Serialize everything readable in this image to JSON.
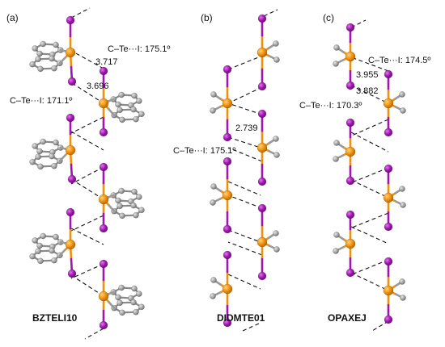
{
  "panels": [
    {
      "id": "a",
      "label": "(a)",
      "code": "BZTELI10",
      "annotations": {
        "angle_top": "C–Te···I: 175.1º",
        "dist_top": "3.717",
        "dist_mid": "3.696",
        "angle_mid": "C–Te···I: 171.1º"
      }
    },
    {
      "id": "b",
      "label": "(b)",
      "code": "DIDMTE01",
      "annotations": {
        "dist": "2.739",
        "angle": "C–Te···I: 175.1º"
      }
    },
    {
      "id": "c",
      "label": "(c)",
      "code": "OPAXEJ",
      "annotations": {
        "angle_top": "C–Te···I: 174.5º",
        "dist_top": "3.955",
        "dist_mid": "3.882",
        "angle_mid": "C–Te···I: 170.3º"
      }
    }
  ],
  "colors": {
    "tellurium": "#f0900c",
    "iodine": "#a015b0",
    "carbon": "#9a9a9a",
    "contact_line": "#111111"
  }
}
